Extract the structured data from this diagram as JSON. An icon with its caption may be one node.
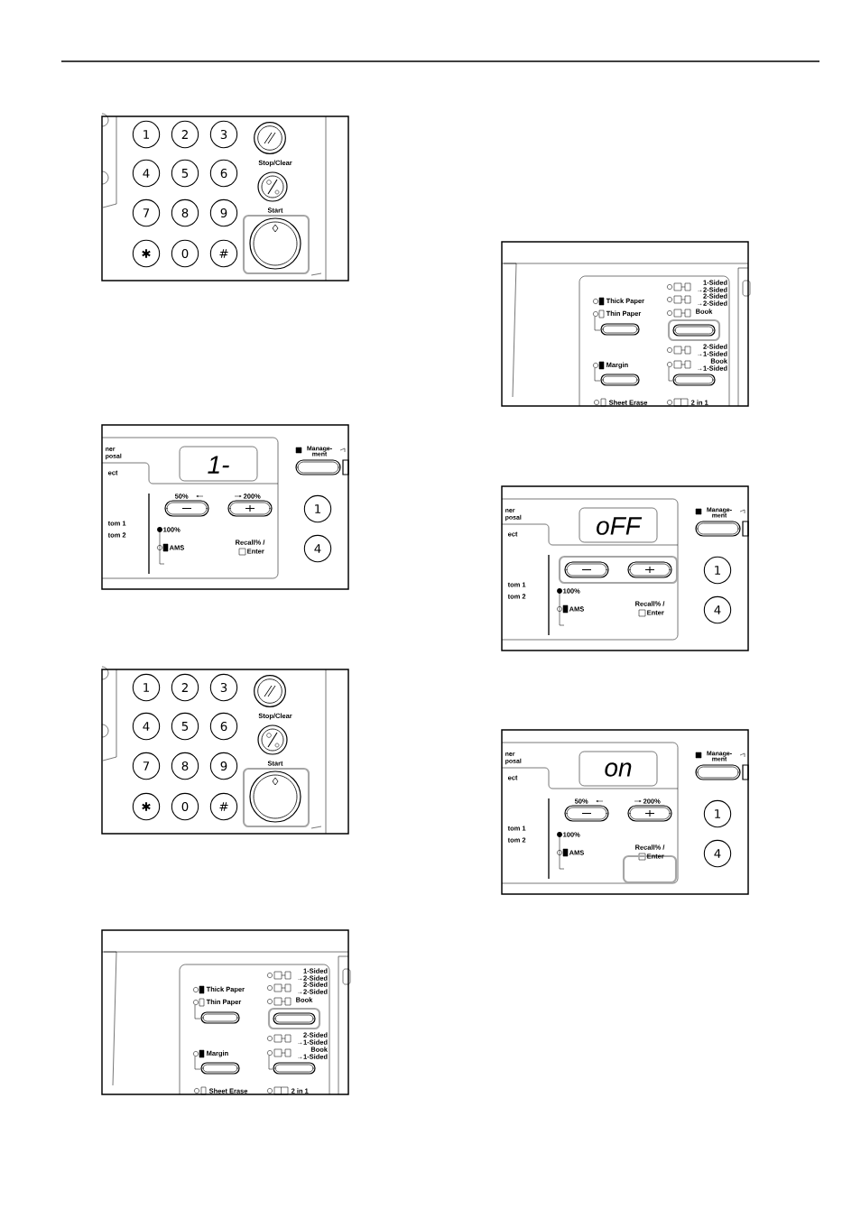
{
  "diagram": {
    "labels": [
      "1",
      "2",
      "3",
      "Stop/Clear",
      "4",
      "5",
      "6",
      "Start",
      "7",
      "8",
      "9",
      "✱",
      "0",
      "#",
      "ner",
      "posal",
      "ect",
      "tom 1",
      "tom 2",
      "1-",
      "50%",
      "200%",
      "100%",
      "AMS",
      "Recall% /",
      "Enter",
      "Manage- ment",
      "1",
      "4",
      "1",
      "2",
      "3",
      "Stop/Clear",
      "4",
      "5",
      "6",
      "Start",
      "7",
      "8",
      "9",
      "✱",
      "0",
      "#",
      "Thick Paper",
      "Thin Paper",
      "Margin",
      "Sheet Erase",
      "1-Sided →2-Sided",
      "2-Sided →2-Sided",
      "Book",
      "2-Sided →1-Sided",
      "Book →1-Sided",
      "2 in 1",
      "Thick Paper",
      "Thin Paper",
      "Margin",
      "Sheet Erase",
      "1-Sided →2-Sided",
      "2-Sided →2-Sided",
      "Book",
      "2-Sided →1-Sided",
      "Book →1-Sided",
      "2 in 1",
      "ner",
      "posal",
      "ect",
      "tom 1",
      "tom 2",
      "oFF",
      "100%",
      "AMS",
      "Recall% /",
      "Enter",
      "Manage- ment",
      "1",
      "4",
      "ner",
      "posal",
      "ect",
      "tom 1",
      "tom 2",
      "on",
      "50%",
      "200%",
      "100%",
      "AMS",
      "Recall% /",
      "Enter",
      "Manage- ment",
      "1",
      "4"
    ]
  }
}
